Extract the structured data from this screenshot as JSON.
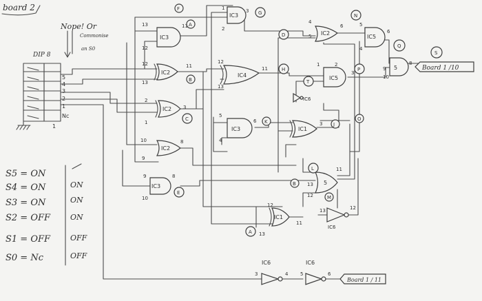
{
  "title": "board 2",
  "note": {
    "line1": "Nope! Or",
    "line2": "Commonise",
    "line3": "an S0"
  },
  "dip": {
    "label": "DIP 8",
    "pins": [
      "5",
      "4",
      "3",
      "2",
      "1",
      "Nc"
    ],
    "bottom": "1"
  },
  "switches": [
    {
      "label": "S5 = ON",
      "alt": ""
    },
    {
      "label": "S4 = ON",
      "alt": "ON"
    },
    {
      "label": "S3 = ON",
      "alt": "ON"
    },
    {
      "label": "S2 = OFF",
      "alt": "ON"
    },
    {
      "label": "S1 = OFF",
      "alt": "OFF"
    },
    {
      "label": "S0 = Nc",
      "alt": "OFF"
    }
  ],
  "gates": {
    "ic3_top": "IC3",
    "ic3_g": "IC3",
    "ic2_top": "IC2",
    "ic5_top": "IC5",
    "ic2_mid": "IC2",
    "ic2_c": "IC2",
    "ic4": "IC4",
    "ic5_mid": "IC5",
    "ic3_k": "IC3",
    "ic1_mid": "IC1",
    "ic2_d": "IC2",
    "ic3_e": "IC3",
    "ic1_low": "IC1",
    "ic6_low": "IC6",
    "ic6_a": "IC6",
    "ic6_b": "IC6",
    "ic6_small": "IC6",
    "and5_right": "5",
    "and5_bottom": "5"
  },
  "nodes": [
    "F",
    "G",
    "A",
    "N",
    "D",
    "Q",
    "S",
    "B",
    "H",
    "P",
    "T",
    "C",
    "K",
    "J",
    "E",
    "O",
    "L",
    "M",
    "A",
    "B"
  ],
  "outputs": {
    "board_top": "Board 1 /10",
    "board_bottom": "Board 1 / 11"
  }
}
